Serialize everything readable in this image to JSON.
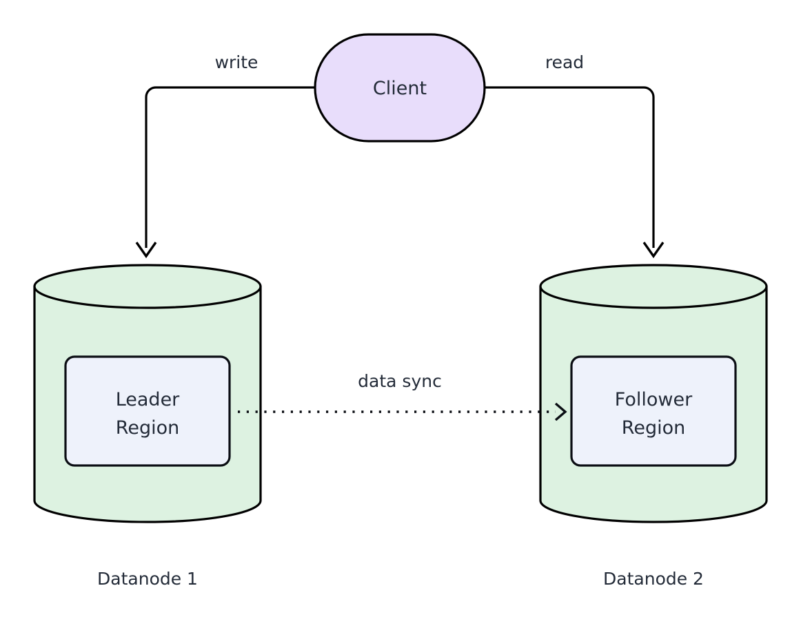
{
  "diagram": {
    "type": "architecture-flow",
    "background_color": "#ffffff",
    "nodes": [
      {
        "id": "client",
        "label": "Client",
        "shape": "stadium",
        "fill": "#e8ddfb",
        "stroke": "#000000"
      },
      {
        "id": "datanode1",
        "label": "",
        "caption": "Datanode 1",
        "shape": "cylinder",
        "fill": "#ddf2e1",
        "stroke": "#000000",
        "inner": {
          "id": "leader-region",
          "label_line1": "Leader",
          "label_line2": "Region",
          "shape": "rounded-rect",
          "fill": "#eef2fb",
          "stroke": "#0b0e14"
        }
      },
      {
        "id": "datanode2",
        "label": "",
        "caption": "Datanode 2",
        "shape": "cylinder",
        "fill": "#ddf2e1",
        "stroke": "#000000",
        "inner": {
          "id": "follower-region",
          "label_line1": "Follower",
          "label_line2": "Region",
          "shape": "rounded-rect",
          "fill": "#eef2fb",
          "stroke": "#0b0e14"
        }
      }
    ],
    "edges": [
      {
        "id": "client-to-leader",
        "from": "client",
        "to": "datanode1",
        "label": "write",
        "style": "solid",
        "arrow": "end"
      },
      {
        "id": "client-to-follower",
        "from": "client",
        "to": "datanode2",
        "label": "read",
        "style": "solid",
        "arrow": "end"
      },
      {
        "id": "leader-to-follower",
        "from": "leader-region",
        "to": "follower-region",
        "label": "data sync",
        "style": "dotted",
        "arrow": "end"
      }
    ],
    "text_color": "#232b38"
  }
}
